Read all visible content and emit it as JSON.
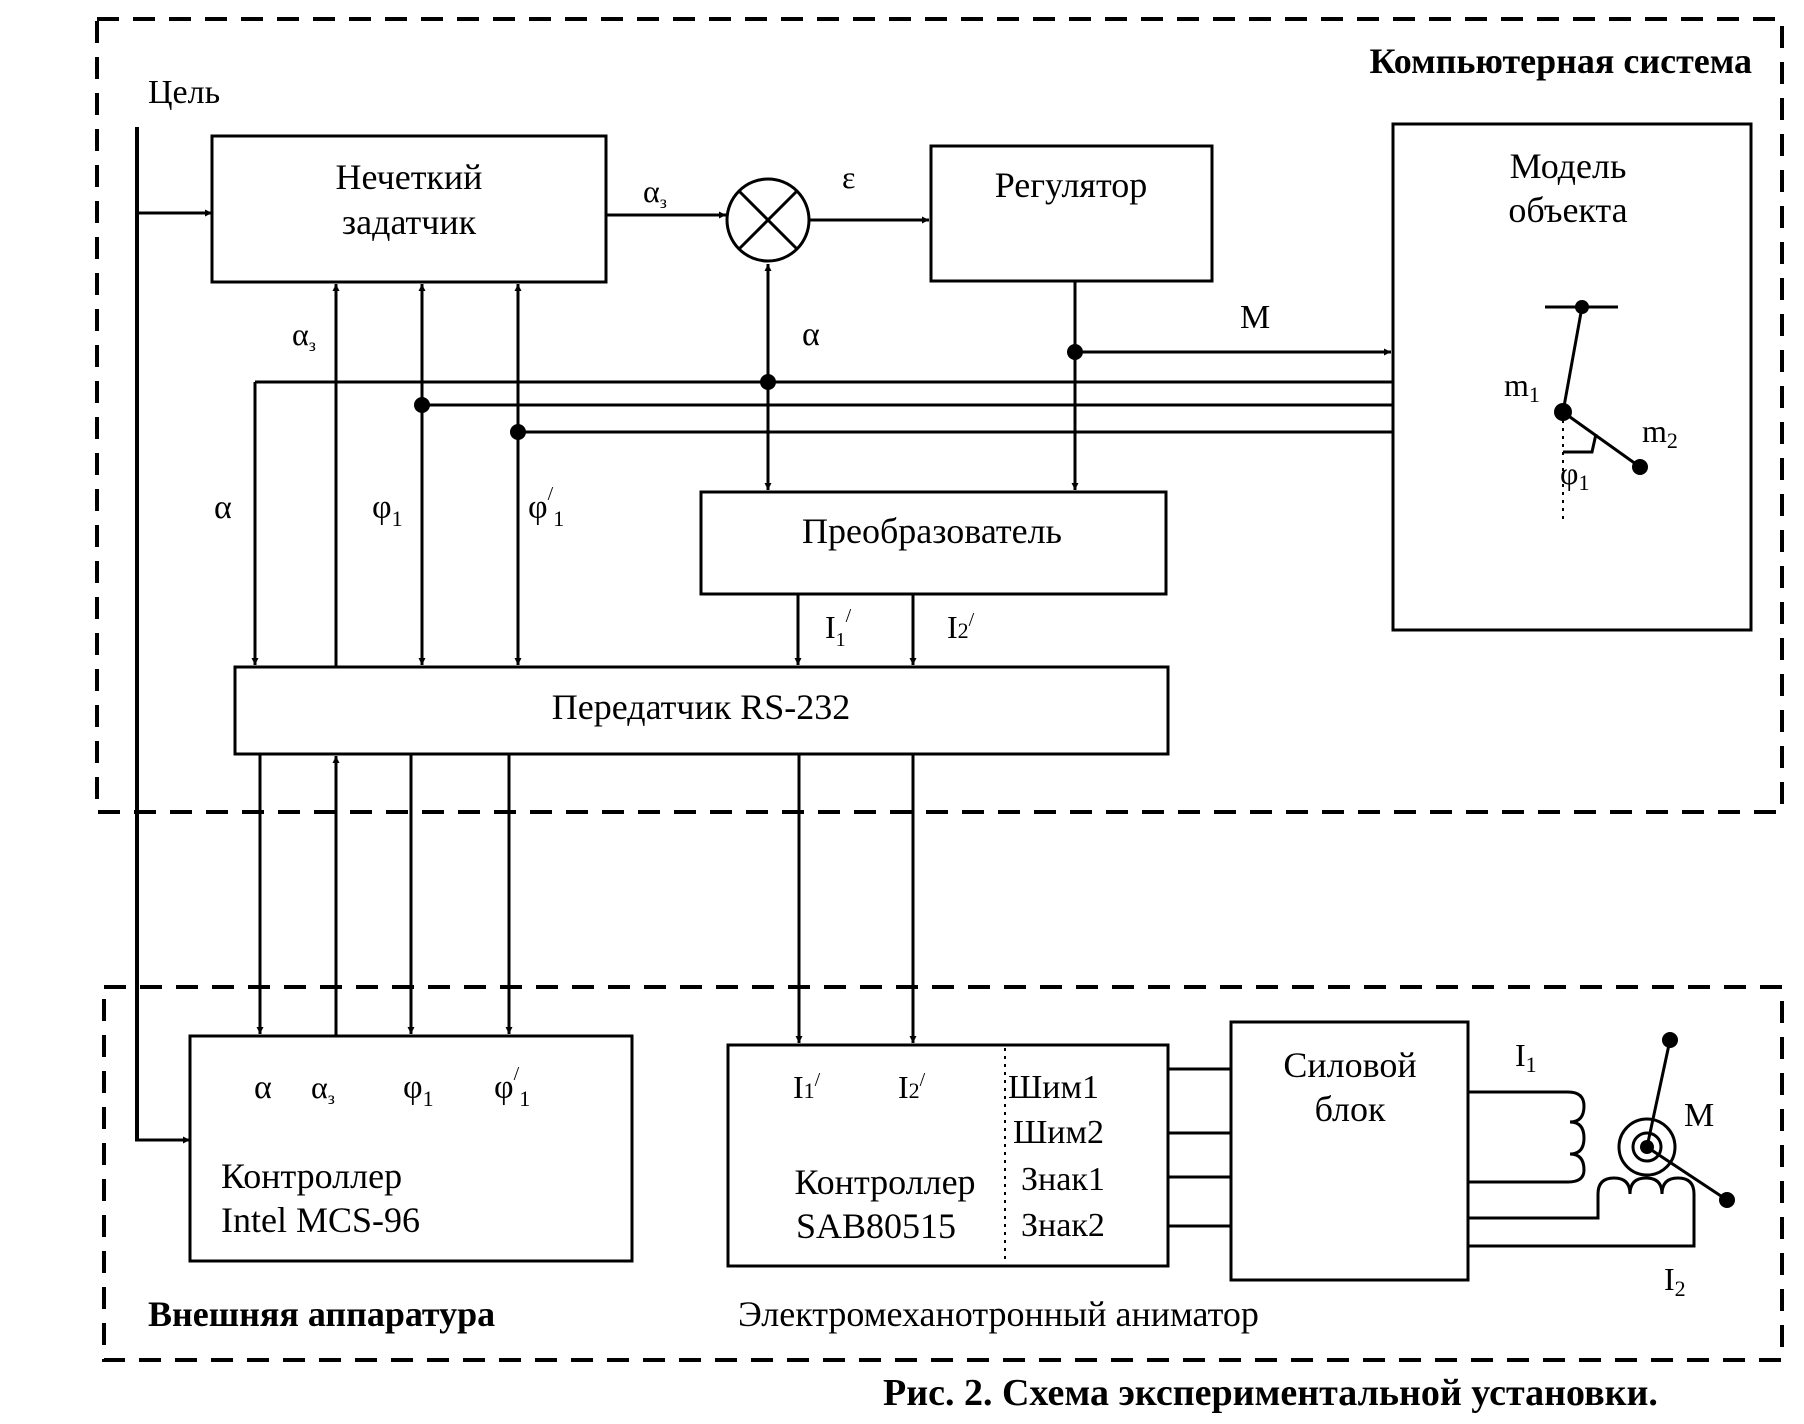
{
  "regions": {
    "computer_system": "Компьютерная система",
    "external_hardware": "Внешняя аппаратура",
    "animator": "Электромеханотронный аниматор"
  },
  "caption": "Рис. 2. Схема экспериментальной установки.",
  "target_label": "Цель",
  "blocks": {
    "fuzzy_setter": [
      "Нечеткий",
      "задатчик"
    ],
    "regulator": "Регулятор",
    "object_model": [
      "Модель",
      "объекта"
    ],
    "converter": "Преобразователь",
    "transmitter": "Передатчик RS-232",
    "controller_intel": [
      "Контроллер",
      "Intel MCS-96"
    ],
    "controller_sab": [
      "Контроллер",
      "SAB80515"
    ],
    "power_block": [
      "Силовой",
      "блок"
    ]
  },
  "signals": {
    "alpha": "α",
    "alpha_z": "α",
    "alpha_z_sub": "з",
    "epsilon": "ε",
    "torque": "M",
    "phi": "φ",
    "sub1": "1",
    "sub2": "2",
    "prime": "/",
    "current": "I",
    "m": "m"
  },
  "sab_outputs": [
    "Шим1",
    "Шим2",
    "Знак1",
    "Знак2"
  ]
}
